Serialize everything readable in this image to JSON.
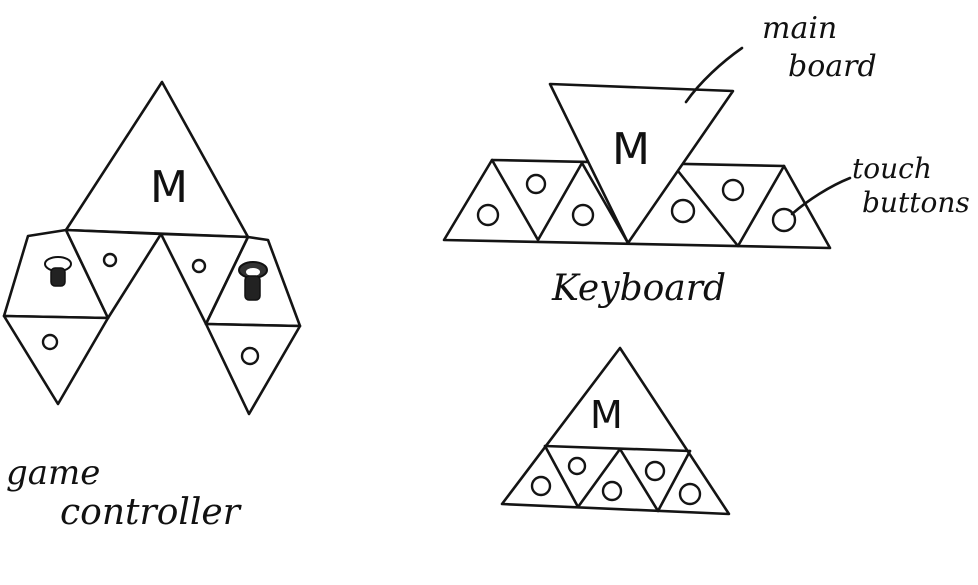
{
  "game_controller": {
    "label_line1": "game",
    "label_line2": "controller",
    "main_letter": "M"
  },
  "keyboard": {
    "label": "Keyboard",
    "main_letter": "M",
    "annotation_main_line1": "main",
    "annotation_main_line2": "board",
    "annotation_touch_line1": "touch",
    "annotation_touch_line2": "buttons"
  },
  "small_keyboard": {
    "main_letter": "M"
  },
  "colors": {
    "ink": "#141414",
    "paper": "#ffffff"
  }
}
